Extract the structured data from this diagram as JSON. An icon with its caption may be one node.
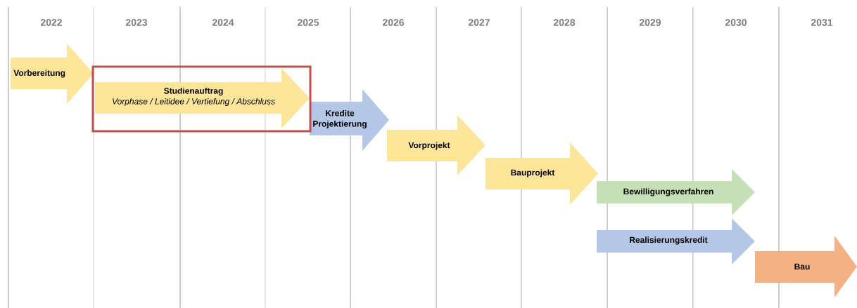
{
  "diagram": {
    "nodes": [
      {
        "text": [
          "Vorbereitung"
        ]
      },
      {
        "text": [],
        "shape": "box"
      },
      {
        "text": [
          "Studienauftrag",
          "Vorphase / Leitidee / Vertiefung / Abschluss"
        ],
        "in": 1
      },
      {
        "text": [
          "Kredite Projektierung"
        ]
      },
      {
        "text": [
          "Vorprojekt"
        ]
      },
      {
        "text": [
          "Bauprojekt"
        ]
      },
      {
        "text": [
          "Bewilligungsverfahren"
        ]
      },
      {
        "text": [
          "Realisierungskredit"
        ]
      },
      {
        "text": [
          "Bau"
        ]
      }
    ],
    "labels": [
      "2022",
      "2023",
      "2024",
      "2025",
      "2026",
      "2027",
      "2028",
      "2029",
      "2030",
      "2031"
    ]
  }
}
